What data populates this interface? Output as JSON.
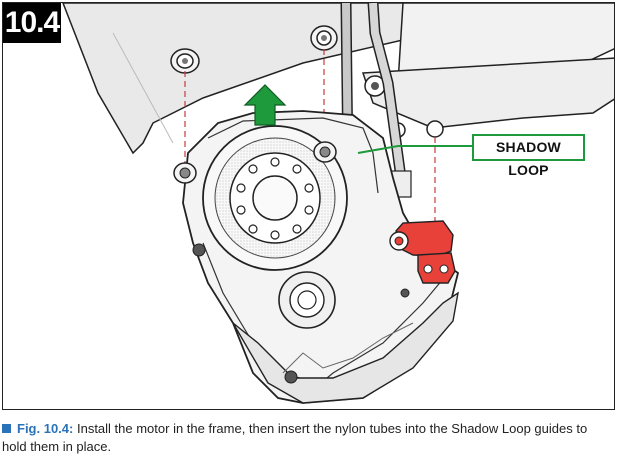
{
  "figure": {
    "step_number": "10.4",
    "callout_label": "SHADOW LOOP",
    "accent_color": "#1e9a3c",
    "highlight_color": "#e8413a",
    "arrow_color": "#1e9a3c"
  },
  "caption": {
    "bullet_color": "#2a73b8",
    "figure_ref": "Fig. 10.4:",
    "text": " Install the motor in the frame, then insert the nylon tubes into the Shadow Loop guides to hold them in place."
  }
}
